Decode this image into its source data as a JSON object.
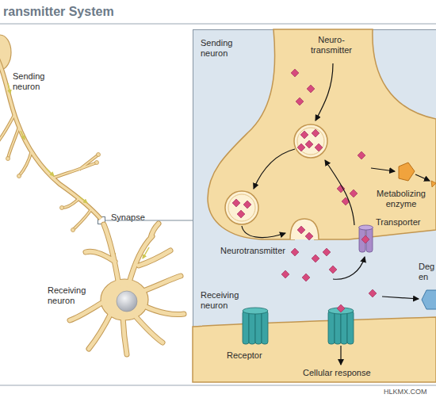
{
  "diagram": {
    "title": "ransmitter System",
    "nodes": [
      {
        "text": [
          "Synapse"
        ]
      },
      {
        "text": [
          "Sending neuron",
          "Receiving neuron"
        ]
      }
    ],
    "edges": [
      {
        "from": 0,
        "to": 1,
        "arrow": "none"
      }
    ],
    "labels": [
      "Sending neuron",
      "Neuro- transmitter",
      "Metabolizing enzyme",
      "Transporter",
      "Neurotransmitter",
      "Deg en",
      "Receiving neuron",
      "Receptor",
      "Cellular response",
      "HLKMX.COM"
    ]
  }
}
